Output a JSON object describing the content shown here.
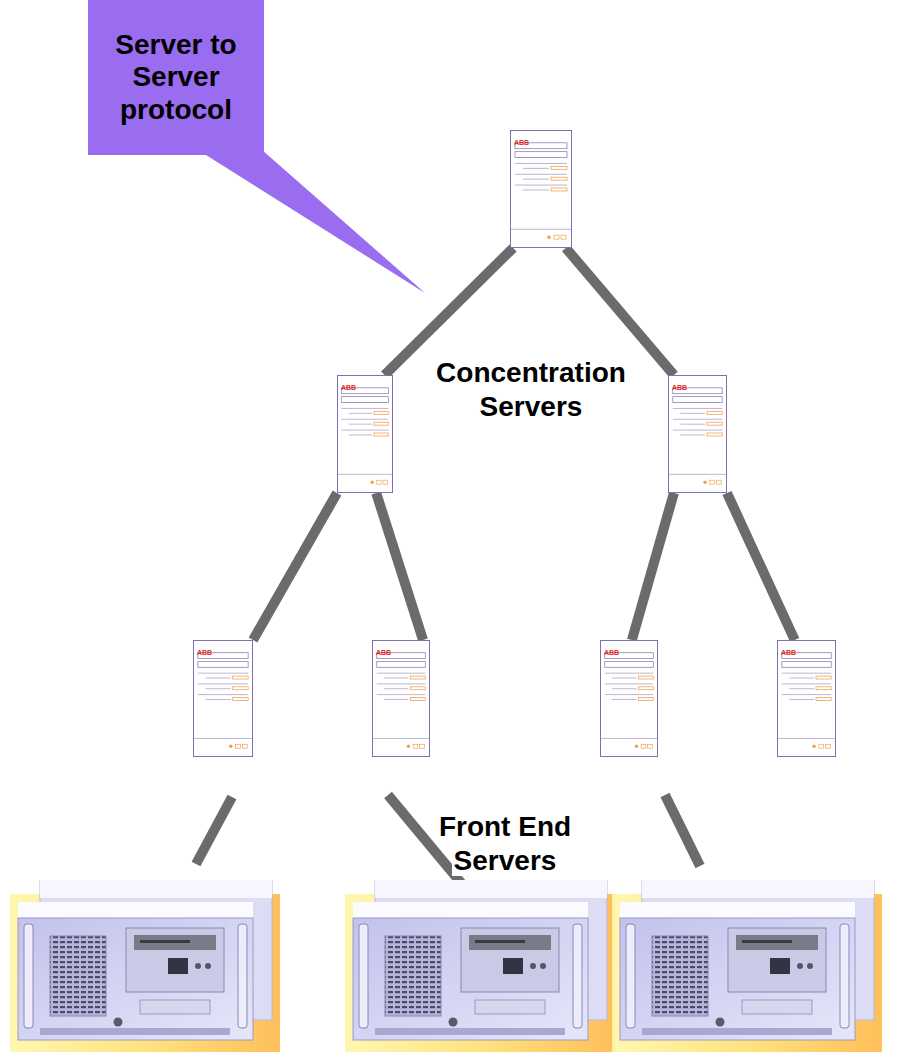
{
  "diagram": {
    "nodes": [
      {
        "text": [
          "Server to Server protocol"
        ]
      },
      {
        "text": [
          "ABB"
        ]
      },
      {
        "text": [
          "ABB"
        ]
      },
      {
        "text": [
          "ABB"
        ]
      },
      {
        "text": [
          "ABB"
        ]
      },
      {
        "text": [
          "ABB"
        ]
      },
      {
        "text": [
          "ABB"
        ]
      },
      {
        "text": [
          "ABB"
        ]
      }
    ],
    "edges": [
      {
        "from": 1,
        "to": 2,
        "arrow": "none"
      },
      {
        "from": 1,
        "to": 3,
        "arrow": "none"
      },
      {
        "from": 2,
        "to": 4,
        "arrow": "none"
      },
      {
        "from": 2,
        "to": 5,
        "arrow": "none"
      },
      {
        "from": 3,
        "to": 6,
        "arrow": "none"
      },
      {
        "from": 3,
        "to": 7,
        "arrow": "none"
      }
    ],
    "labels": [
      "Concentration Servers",
      "Front End Servers"
    ]
  }
}
